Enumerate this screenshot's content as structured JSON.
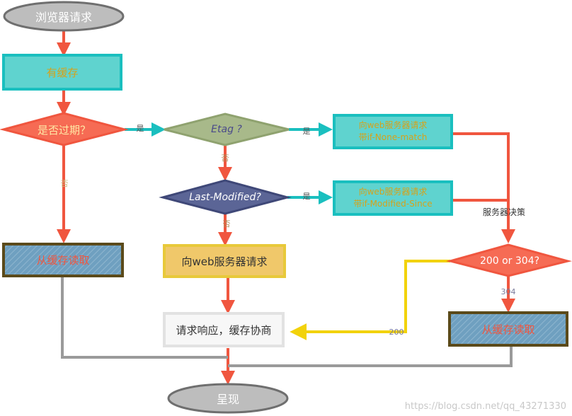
{
  "diagram": {
    "start": "浏览器请求",
    "has_cache": "有缓存",
    "expired_q": "是否过期？",
    "etag_q": "Etag ?",
    "last_modified_q": "Last-Modified?",
    "req_if_none_match": [
      "向web服务器请求",
      "带if-None-match"
    ],
    "req_if_modified_since": [
      "向web服务器请求",
      "带if-Modified-Since"
    ],
    "server_decision": "服务器决策",
    "status_q": "200 or 304?",
    "read_cache_left": "从缓存读取",
    "request_server": "向web服务器请求",
    "response_negotiate": "请求响应，缓存协商",
    "read_cache_right": "从缓存读取",
    "present": "呈现",
    "edge_yes_1": "是",
    "edge_yes_2": "是",
    "edge_yes_3": "是",
    "edge_no_1": "否",
    "edge_no_2": "否",
    "edge_no_3": "否",
    "edge_304": "304",
    "edge_200": "200"
  },
  "watermark": "https://blog.csdn.net/qq_43271330",
  "colors": {
    "teal": "#1abfbf",
    "teal_fill": "#5fd3cf",
    "red": "#f0563f",
    "red_fill": "#f66b54",
    "olive": "#a8b98a",
    "navy": "#5b6596",
    "dark_border": "#5b4a1a",
    "gold": "#e8c93a",
    "gold_fill": "#f0c86a",
    "gray": "#9a9a9a"
  }
}
